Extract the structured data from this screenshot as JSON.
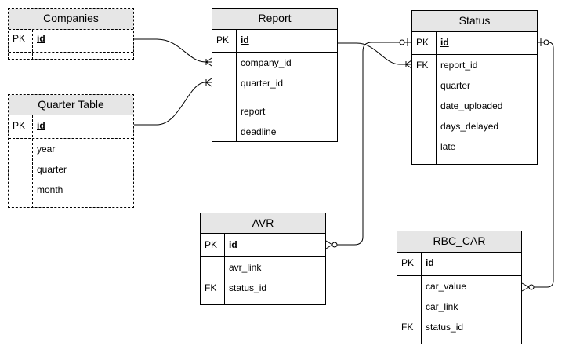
{
  "entities": {
    "companies": {
      "title": "Companies",
      "pk_label": "PK",
      "pk_field": "id"
    },
    "quarter": {
      "title": "Quarter Table",
      "pk_label": "PK",
      "pk_field": "id",
      "fields": [
        "year",
        "quarter",
        "month"
      ]
    },
    "report": {
      "title": "Report",
      "pk_label": "PK",
      "pk_field": "id",
      "fields": [
        "company_id",
        "quarter_id",
        "report",
        "deadline"
      ]
    },
    "status": {
      "title": "Status",
      "pk_label": "PK",
      "pk_field": "id",
      "fk_label": "FK",
      "fields": [
        "report_id",
        "quarter",
        "date_uploaded",
        "days_delayed",
        "late"
      ]
    },
    "avr": {
      "title": "AVR",
      "pk_label": "PK",
      "pk_field": "id",
      "fk_label": "FK",
      "fields": [
        "avr_link",
        "status_id"
      ]
    },
    "rbc_car": {
      "title": "RBC_CAR",
      "pk_label": "PK",
      "pk_field": "id",
      "fk_label": "FK",
      "fields": [
        "car_value",
        "car_link",
        "status_id"
      ]
    }
  },
  "relationships": [
    {
      "from": "Companies.id",
      "to": "Report.company_id",
      "type": "one-to-many"
    },
    {
      "from": "Quarter Table.id",
      "to": "Report.quarter_id",
      "type": "one-to-many"
    },
    {
      "from": "Report.id",
      "to": "Status.report_id",
      "type": "one-to-many"
    },
    {
      "from": "Report.id",
      "to": "Status.id",
      "type": "zero-or-one"
    },
    {
      "from": "Status.id",
      "to": "AVR.status_id",
      "type": "zero-or-many"
    },
    {
      "from": "Status.id",
      "to": "RBC_CAR.status_id",
      "type": "zero-or-many"
    }
  ]
}
